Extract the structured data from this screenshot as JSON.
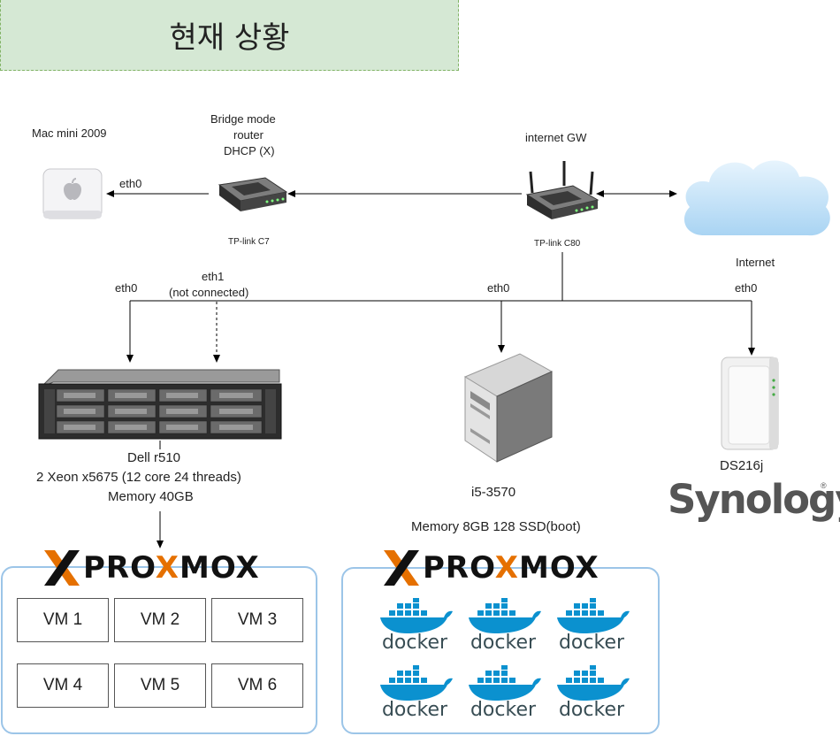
{
  "title": "현재 상황",
  "nodes": {
    "mac": {
      "name": "Mac mini 2009"
    },
    "c7": {
      "desc_lines": [
        "Bridge mode",
        "router",
        "DHCP (X)"
      ],
      "name": "TP-link C7"
    },
    "c80": {
      "desc": "internet GW",
      "name": "TP-link C80"
    },
    "internet": {
      "name": "Internet"
    },
    "dell": {
      "lines": [
        "Dell r510",
        "2 Xeon x5675 (12 core 24 threads)",
        "Memory 40GB"
      ]
    },
    "i5": {
      "name": "i5-3570",
      "detail": "Memory 8GB 128 SSD(boot)"
    },
    "nas": {
      "name": "DS216j",
      "brand": "Synology"
    }
  },
  "links": {
    "mac_eth": "eth0",
    "dell_eth0": "eth0",
    "dell_eth1_lines": [
      "eth1",
      "(not connected)"
    ],
    "i5_eth": "eth0",
    "nas_eth": "eth0"
  },
  "proxmox": {
    "logo_text": "PROXMOX"
  },
  "vms": [
    "VM 1",
    "VM 2",
    "VM 3",
    "VM 4",
    "VM 5",
    "VM 6"
  ],
  "docker": {
    "label": "docker",
    "count": 6
  },
  "colors": {
    "title_fill": "#d5e8d4",
    "title_border": "#82b366",
    "panel_border": "#9cc5e8",
    "proxmox_orange": "#e57000",
    "docker_blue": "#0b91cf",
    "cloud_blue": "#bfe0f7"
  },
  "icons": {
    "mac": "mac-mini-icon",
    "router": "router-icon",
    "cloud": "cloud-icon",
    "server": "rack-server-icon",
    "tower": "tower-pc-icon",
    "nas": "nas-icon",
    "docker": "docker-whale-icon"
  }
}
